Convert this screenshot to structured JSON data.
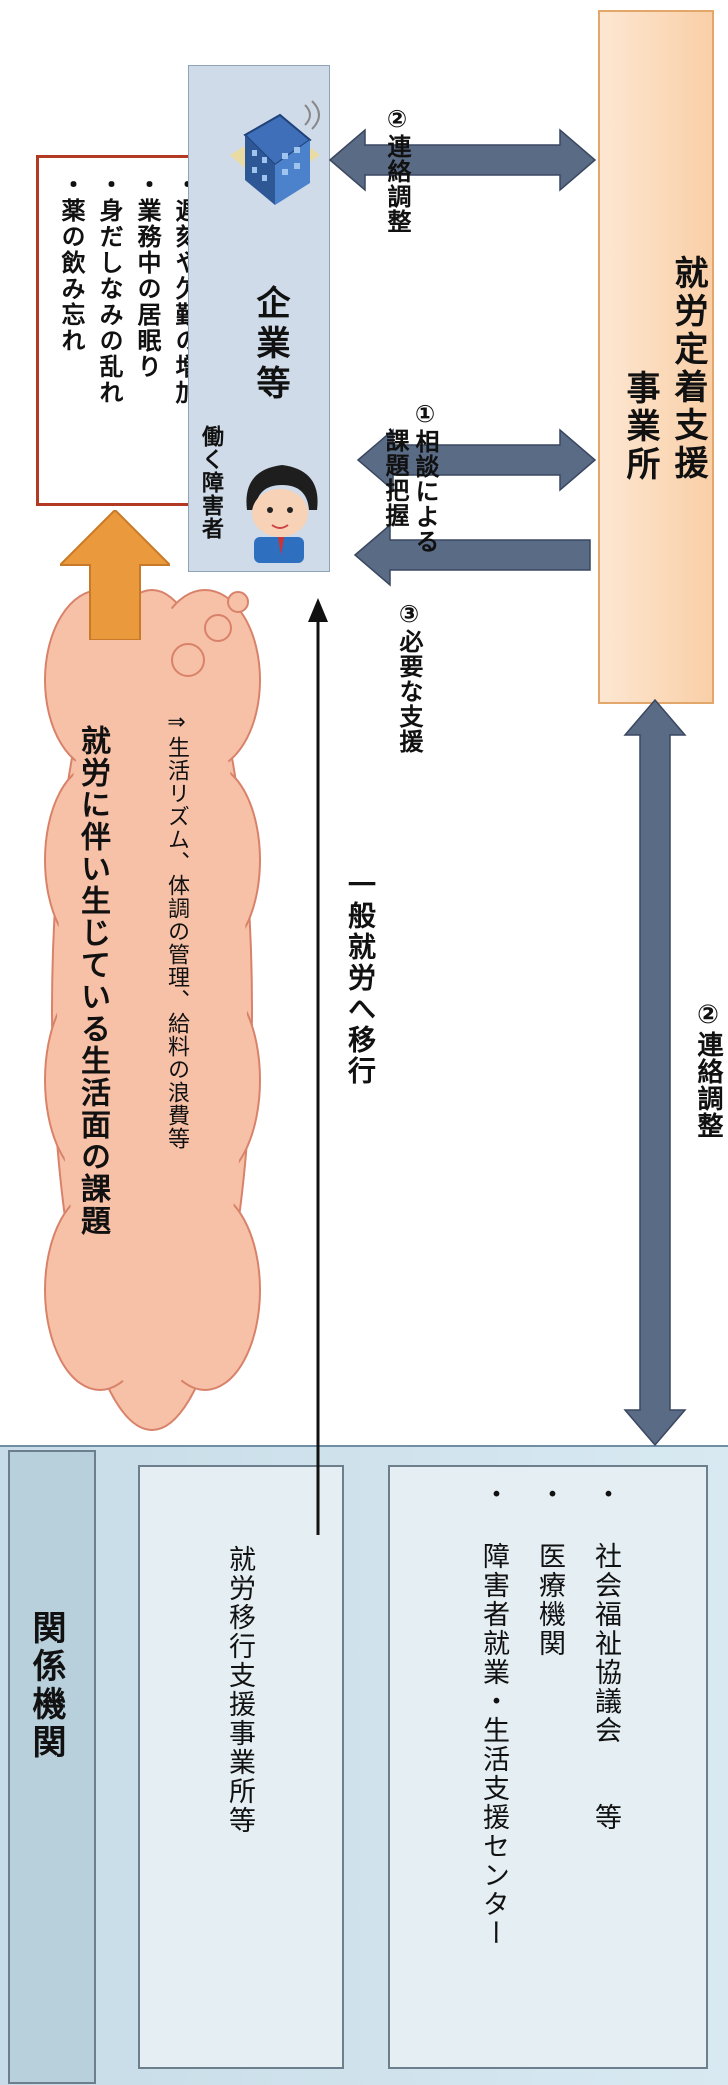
{
  "related": {
    "title": "関係機関",
    "transition_office": "就労移行支援事業所等",
    "others": [
      "・ 障害者就業・生活支援センター",
      "・ 医療機関",
      "・ 社会福祉協議会　　等"
    ]
  },
  "cloud": {
    "title": "就労に伴い生じている生活面の課題",
    "subtitle": "⇒生活リズム、体調の管理、給料の浪費等"
  },
  "issues": [
    "・遅刻や欠勤の増加",
    "・業務中の居眠り",
    "・身だしなみの乱れ",
    "・薬の飲み忘れ"
  ],
  "company": {
    "label": "企業等",
    "worker_label": "働く障害者"
  },
  "office": {
    "line1": "就労定着支援",
    "line2": "事業所"
  },
  "arrows": {
    "coord_top": "②連絡調整",
    "consult": "①相談による課題把握",
    "consult_a": "①相談による",
    "consult_b": "課題把握",
    "support": "③必要な支援",
    "general": "一般就労へ移行",
    "coord_bottom": "②連絡調整"
  },
  "colors": {
    "arrow": "#5a6b86",
    "issue_border": "#b33a22",
    "cloud_fill": "#f7c1a8",
    "orange_arrow": "#ea9a3c",
    "office_fill": "#fbd9b9",
    "related_fill": "#cfe2ec"
  }
}
